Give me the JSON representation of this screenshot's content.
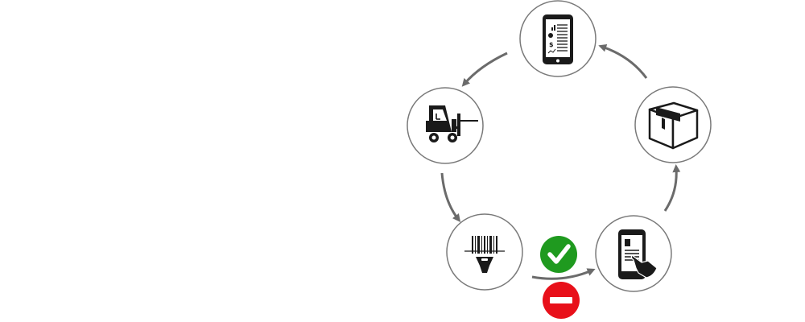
{
  "diagram": {
    "nodes": [
      {
        "id": "analytics-tablet",
        "icon": "analytics-tablet-icon"
      },
      {
        "id": "forklift",
        "icon": "forklift-icon"
      },
      {
        "id": "barcode-scanner",
        "icon": "barcode-scanner-icon"
      },
      {
        "id": "mobile-device",
        "icon": "mobile-touch-icon"
      },
      {
        "id": "package",
        "icon": "package-box-icon"
      }
    ],
    "flow": [
      [
        "analytics-tablet",
        "forklift"
      ],
      [
        "forklift",
        "barcode-scanner"
      ],
      [
        "barcode-scanner",
        "mobile-device"
      ],
      [
        "mobile-device",
        "package"
      ],
      [
        "package",
        "analytics-tablet"
      ]
    ],
    "status_indicators": [
      {
        "icon": "check-icon",
        "color": "#1f9a1f"
      },
      {
        "icon": "no-entry-icon",
        "color": "#e8101a"
      }
    ],
    "colors": {
      "node_border": "#7a7a7a",
      "arrow": "#6b6b6b",
      "icon": "#1a1a1a",
      "background": "#ffffff"
    }
  }
}
